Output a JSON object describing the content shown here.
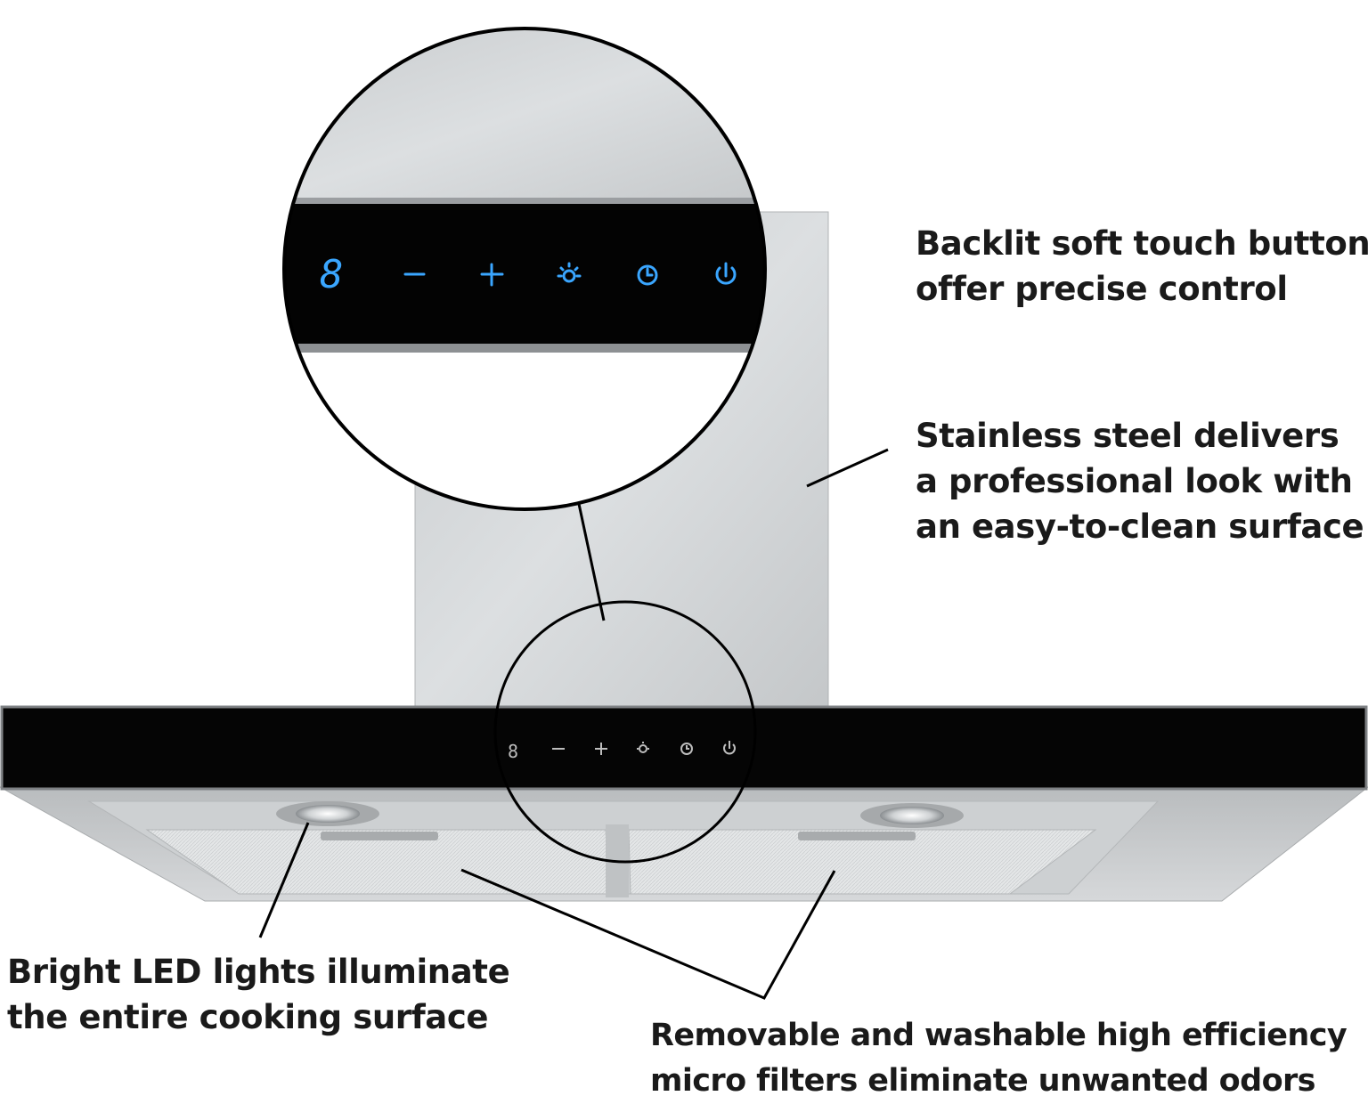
{
  "callouts": {
    "buttons": {
      "line1": "Backlit soft touch buttons",
      "line2": "offer precise control"
    },
    "steel": {
      "line1": "Stainless steel delivers",
      "line2": "a professional look with",
      "line3": "an easy-to-clean surface"
    },
    "led": {
      "line1": "Bright LED lights illuminate",
      "line2": "the entire cooking surface"
    },
    "filters": {
      "line1": "Removable and washable high efficiency",
      "line2": "micro filters eliminate unwanted odors"
    }
  },
  "control_panel": {
    "display_digit": "8",
    "buttons": [
      "minus-icon",
      "plus-icon",
      "light-icon",
      "timer-icon",
      "power-icon"
    ]
  },
  "colors": {
    "steel": "#cfd2d4",
    "glass": "#050505",
    "backlight": "#3aa6ff",
    "text": "#1a1a1a"
  }
}
